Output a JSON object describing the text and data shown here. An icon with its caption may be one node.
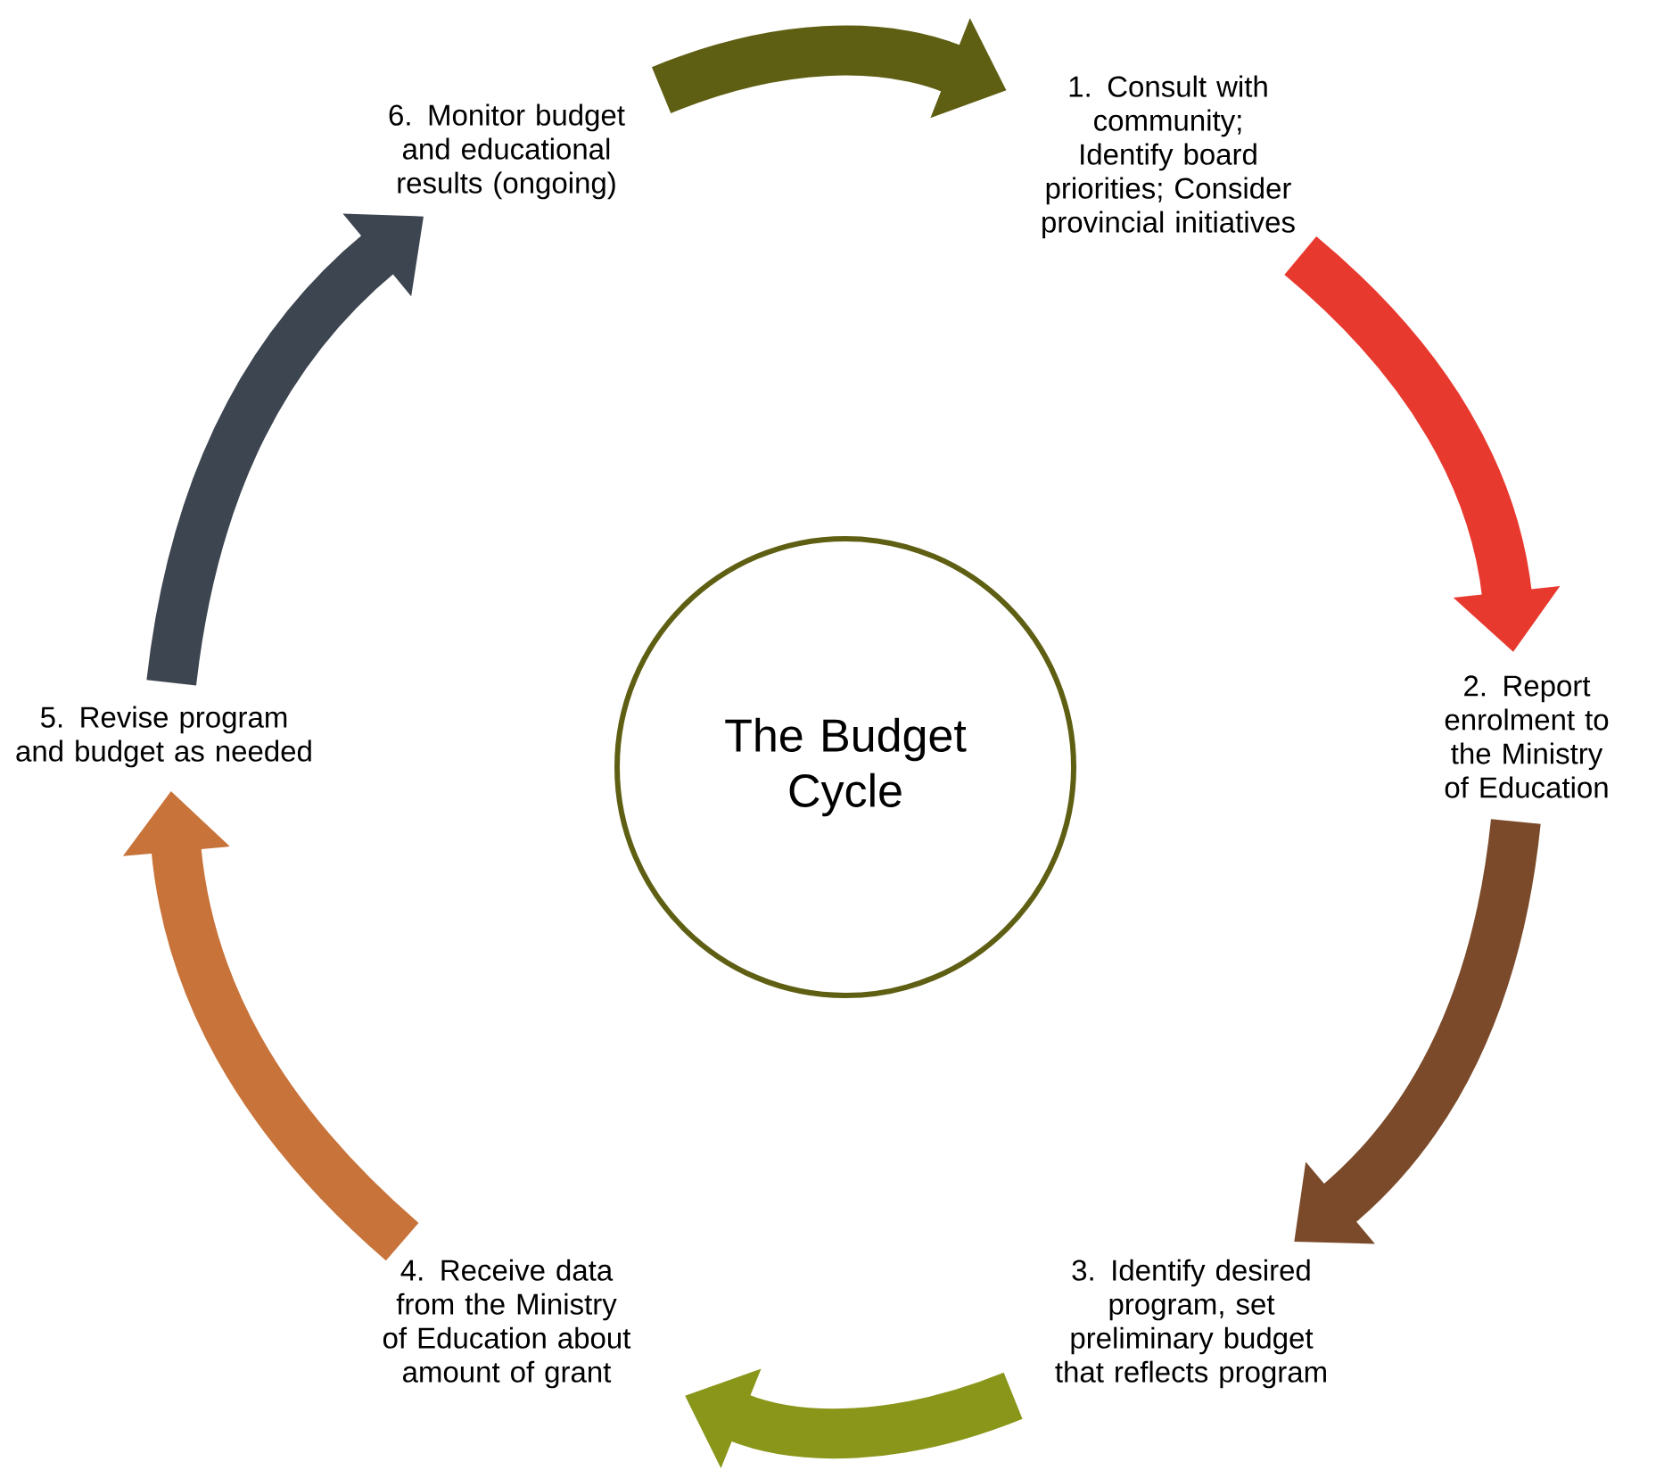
{
  "diagram": {
    "nodes": [
      {
        "text": [
          "The Budget Cycle"
        ]
      },
      {
        "text": [
          "1. Consult with community; Identify board priorities; Consider provincial initiatives"
        ]
      },
      {
        "text": [
          "2. Report enrolment to the Ministry of Education"
        ]
      },
      {
        "text": [
          "3. Identify desired program, set preliminary budget that reflects program"
        ]
      },
      {
        "text": [
          "4. Receive data from the Ministry of Education about amount of grant"
        ]
      },
      {
        "text": [
          "5. Revise program and budget as needed"
        ]
      },
      {
        "text": [
          "6. Monitor budget and educational results (ongoing)"
        ]
      }
    ],
    "edges": [
      {
        "from": 6,
        "to": 1,
        "arrow": "to",
        "color": "#5f5f14"
      },
      {
        "from": 1,
        "to": 2,
        "arrow": "to",
        "color": "#e8392f"
      },
      {
        "from": 2,
        "to": 3,
        "arrow": "to",
        "color": "#7b4a2a"
      },
      {
        "from": 3,
        "to": 4,
        "arrow": "to",
        "color": "#8a961a"
      },
      {
        "from": 4,
        "to": 5,
        "arrow": "to",
        "color": "#c8733a"
      },
      {
        "from": 5,
        "to": 6,
        "arrow": "to",
        "color": "#3d4550"
      }
    ]
  }
}
